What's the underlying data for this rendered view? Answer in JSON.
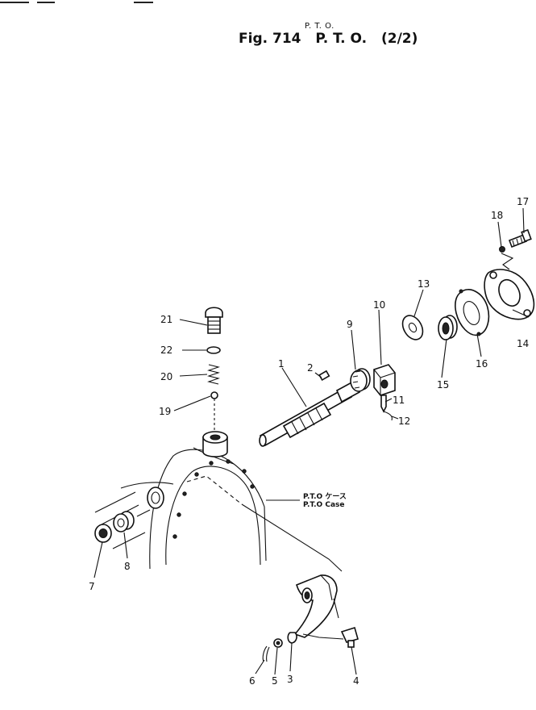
{
  "header": {
    "subtitle": "P. T. O.",
    "fig_number": "Fig. 714",
    "fig_name": "P. T. O.",
    "sheet": "(2/2)"
  },
  "case_label": {
    "jp": "P.T.O ケース",
    "en": "P.T.O Case"
  },
  "callouts": [
    "1",
    "2",
    "3",
    "4",
    "5",
    "6",
    "7",
    "8",
    "9",
    "10",
    "11",
    "12",
    "13",
    "14",
    "15",
    "16",
    "17",
    "18",
    "19",
    "20",
    "21",
    "22"
  ]
}
